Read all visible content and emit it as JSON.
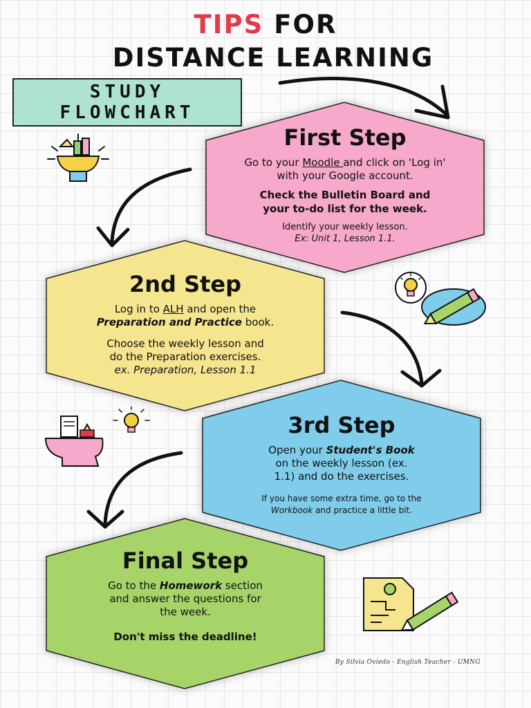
{
  "header": {
    "tips": "TIPS",
    "for": "FOR",
    "line2": "DISTANCE LEARNING"
  },
  "badge": {
    "line1": "STUDY",
    "line2": "FLOWCHART"
  },
  "colors": {
    "first": "#f6a9ca",
    "second": "#f4e58e",
    "third": "#7fcdea",
    "final": "#a6d469",
    "tips_red": "#e23a4a",
    "badge": "#aee3d4"
  },
  "steps": {
    "first": {
      "title": "First Step",
      "l1a": "Go to your ",
      "l1link": "Moodle ",
      "l1b": "and click on 'Log in'",
      "l2": "with your Google account.",
      "bold1": "Check the Bulletin Board and",
      "bold2": "your to-do list for the  week.",
      "small1": "Identify your weekly lesson.",
      "small2": "Ex: Unit 1, Lesson 1.1."
    },
    "second": {
      "title": "2nd Step",
      "l1a": "Log in to ",
      "l1link": "ALH",
      "l1b": " and open the",
      "l2bold": "Preparation and Practice",
      "l2b": " book.",
      "l3": "Choose the weekly lesson and",
      "l4": "do the Preparation exercises.",
      "l5": "ex. Preparation, Lesson 1.1"
    },
    "third": {
      "title": "3rd Step",
      "l1a": "Open your ",
      "l1bold": "Student's Book",
      "l2": "on the weekly lesson (ex.",
      "l3": "1.1) and do the exercises.",
      "s1": "If you have some extra time, go to the",
      "s2italic": "Workbook",
      "s2b": " and practice a little bit."
    },
    "final": {
      "title": "Final Step",
      "l1a": "Go to the ",
      "l1bold": "Homework",
      "l1b": " section",
      "l2": "and answer the questions for",
      "l3": "the week.",
      "bold": "Don't miss the deadline!"
    }
  },
  "icons": [
    "idea-lightbulb-icon",
    "lightbulb-pencil-icon",
    "head-pencils-icon",
    "document-pencil-icon"
  ],
  "credit": "By Silvia Oviedo - English Teacher - UMNG"
}
